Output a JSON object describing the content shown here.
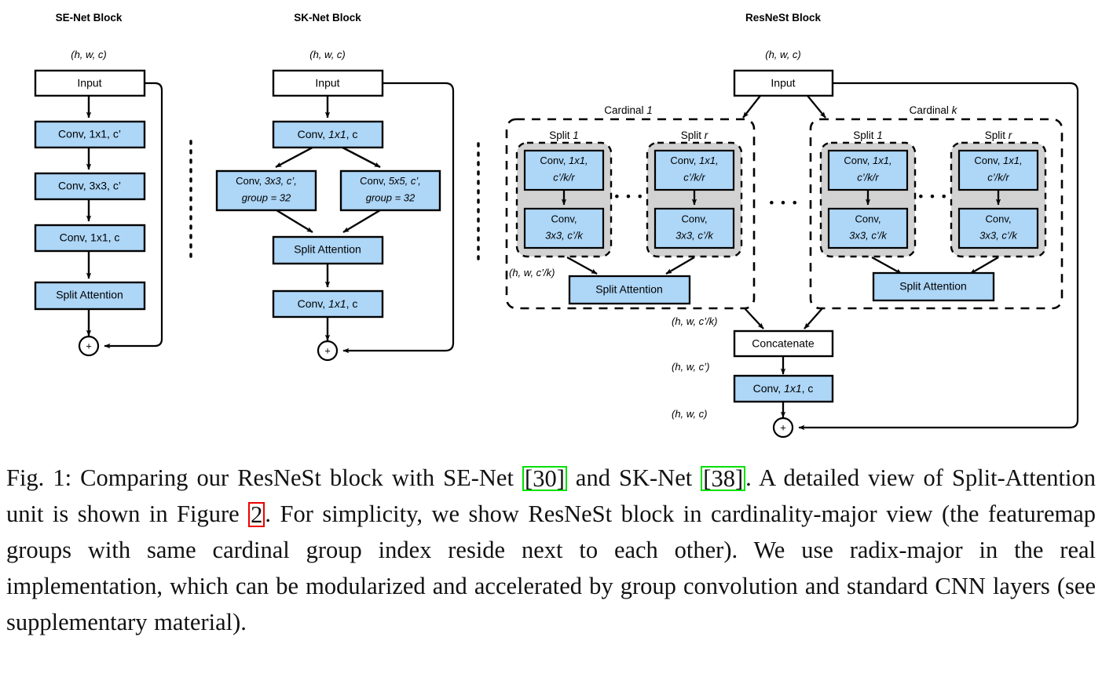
{
  "figure": {
    "blocks": [
      {
        "id": "se-net",
        "title": "SE-Net Block",
        "input_shape": "(h, w, c)",
        "input_label": "Input",
        "layers": [
          {
            "label": "Conv, 1x1, c’"
          },
          {
            "label": "Conv, 3x3, c’"
          },
          {
            "label": "Conv, 1x1, c"
          },
          {
            "label": "Split Attention"
          }
        ],
        "add_symbol": "+"
      },
      {
        "id": "sk-net",
        "title": "SK-Net Block",
        "input_shape": "(h, w, c)",
        "input_label": "Input",
        "conv_top": "Conv, 1x1, c",
        "branch_left_line1": "Conv, 3x3, c’,",
        "branch_left_line2": "group = 32",
        "branch_right_line1": "Conv, 5x5, c’,",
        "branch_right_line2": "group = 32",
        "split_attention": "Split Attention",
        "conv_bottom": "Conv, 1x1, c",
        "add_symbol": "+"
      },
      {
        "id": "resnest",
        "title": "ResNeSt Block",
        "input_shape": "(h, w, c)",
        "input_label": "Input",
        "cardinals": [
          {
            "label_prefix": "Cardinal ",
            "label_index": "1"
          },
          {
            "label_prefix": "Cardinal ",
            "label_index": "k"
          }
        ],
        "split_labels": [
          {
            "prefix": "Split ",
            "index": "1"
          },
          {
            "prefix": "Split ",
            "index": "r"
          }
        ],
        "split_conv1_line1": "Conv, 1x1,",
        "split_conv1_line2": "c’/k/r",
        "split_conv2_line1": "Conv,",
        "split_conv2_line2": "3x3, c’/k",
        "split_attention": "Split Attention",
        "shape_ck": "(h, w, c’/k)",
        "shape_ck_out": "(h, w, c’/k)",
        "concatenate": "Concatenate",
        "shape_cprime": "(h, w, c’)",
        "conv_final": "Conv, 1x1, c",
        "shape_c": "(h, w, c)",
        "add_symbol": "+",
        "ellipsis": "• • •"
      }
    ],
    "colors": {
      "box_blue": "#ADD6F7",
      "box_gray": "#D2D2D2",
      "stroke": "#000000",
      "cite_green": "#00e000",
      "cite_red": "#ee0000"
    }
  },
  "caption": {
    "label": "Fig. 1:",
    "segments": [
      {
        "type": "text",
        "value": " Comparing our ResNeSt block with SE-Net "
      },
      {
        "type": "cite",
        "style": "green",
        "value": "[30]"
      },
      {
        "type": "text",
        "value": " and SK-Net "
      },
      {
        "type": "cite",
        "style": "green",
        "value": "[38]"
      },
      {
        "type": "text",
        "value": ". A detailed view of Split-Attention unit is shown in Figure "
      },
      {
        "type": "cite",
        "style": "red",
        "value": "2"
      },
      {
        "type": "text",
        "value": ". For simplicity, we show ResNeSt block in cardinality-major view (the featuremap groups with same cardinal group index reside next to each other). We use radix-major in the real implementation, which can be modularized and accelerated by group convolution and standard CNN layers (see supplementary material)."
      }
    ],
    "full_text": "Fig. 1: Comparing our ResNeSt block with SE-Net [30] and SK-Net [38]. A detailed view of Split-Attention unit is shown in Figure 2. For simplicity, we show ResNeSt block in cardinality-major view (the featuremap groups with same cardinal group index reside next to each other). We use radix-major in the real implementation, which can be modularized and accelerated by group convolution and standard CNN layers (see supplementary material)."
  }
}
